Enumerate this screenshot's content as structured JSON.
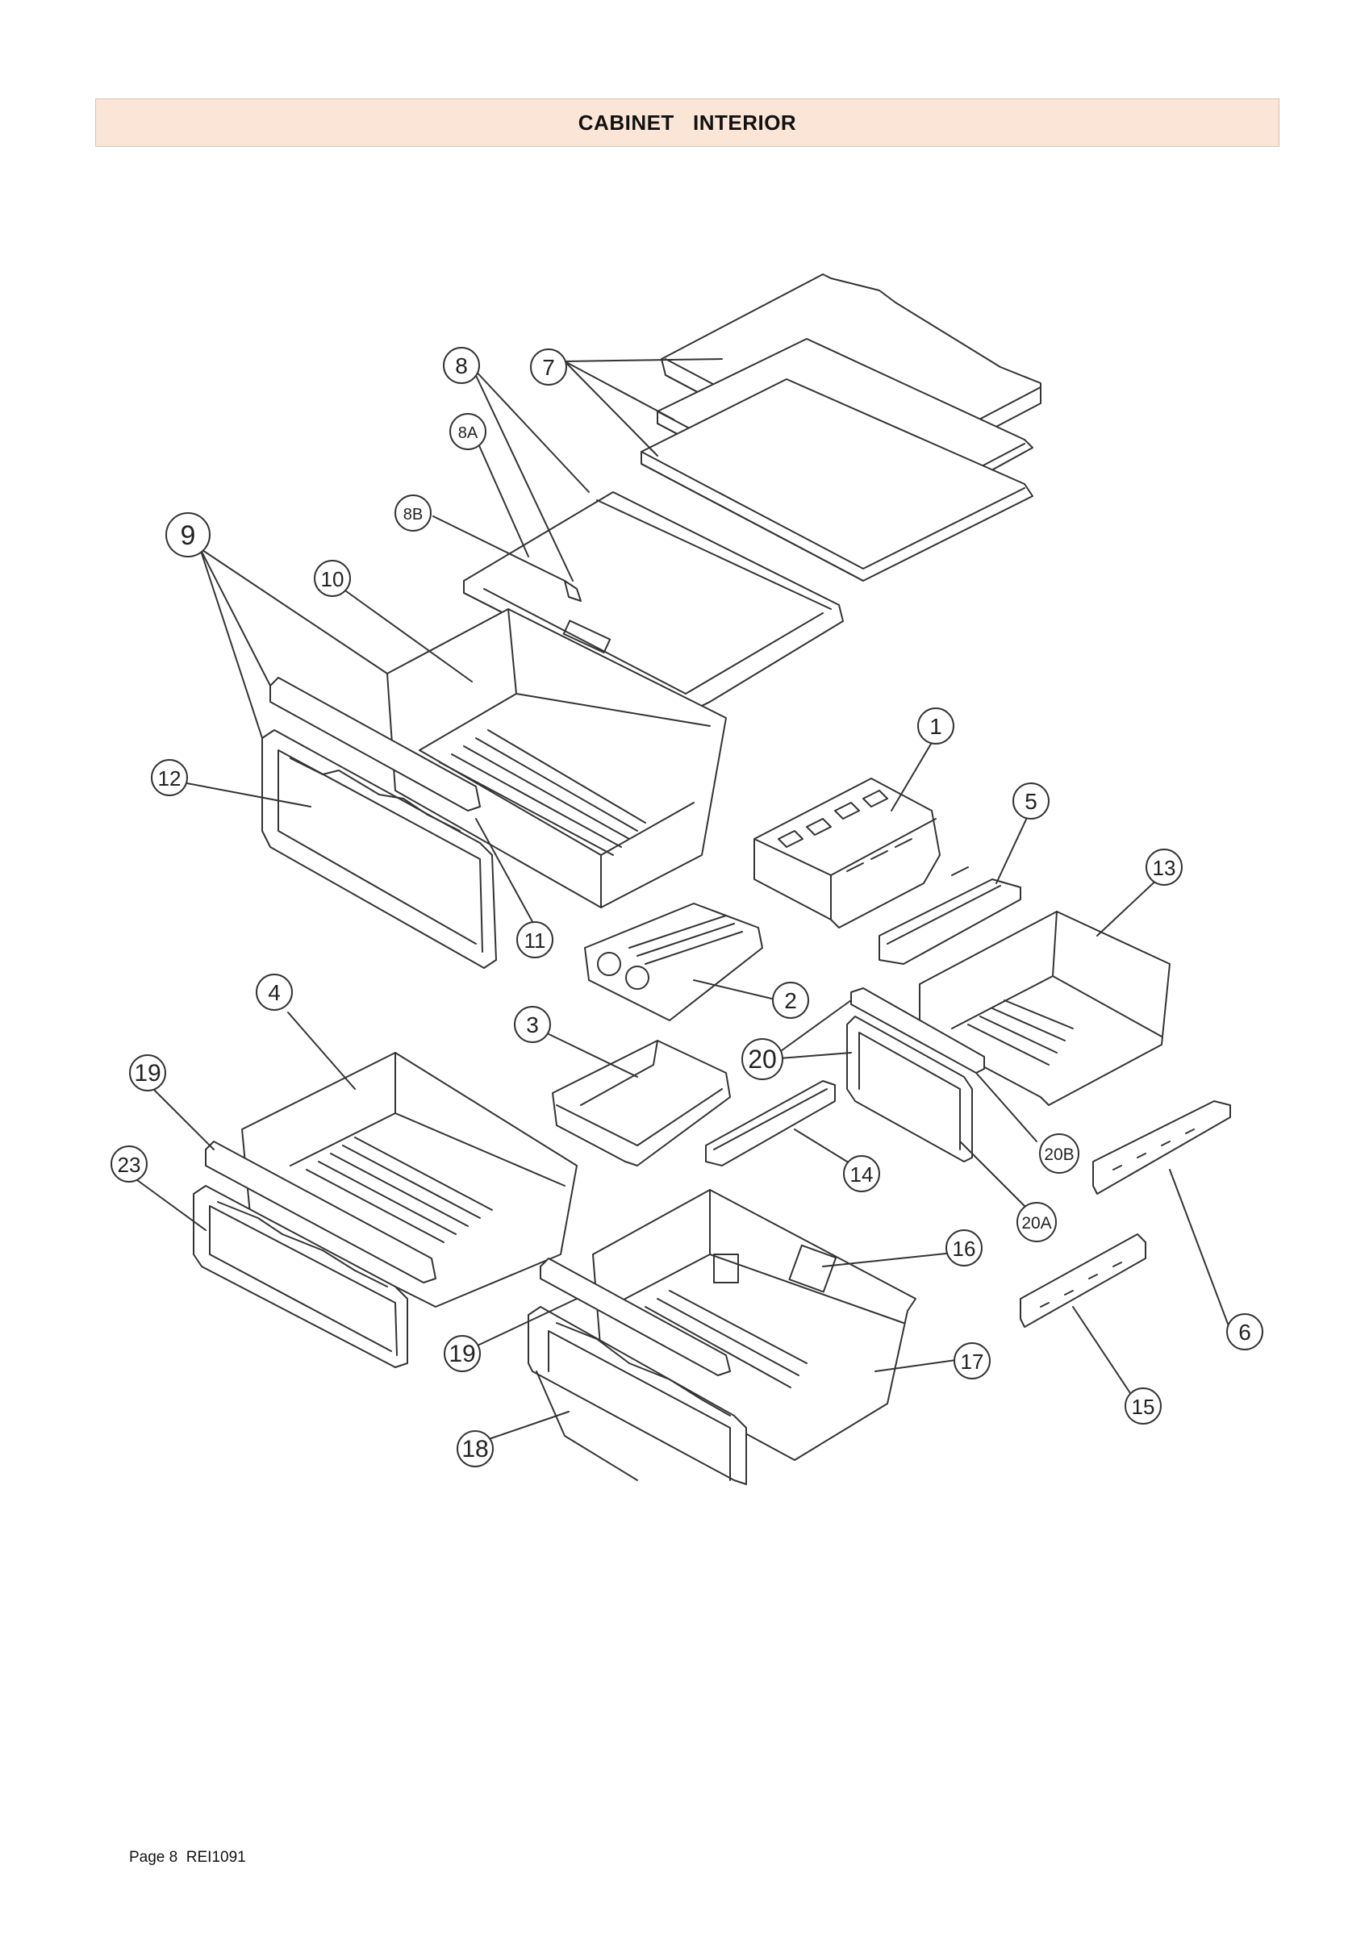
{
  "header": {
    "title": "CABINET   INTERIOR"
  },
  "footer": {
    "page_label": "Page 8  REI1091"
  },
  "callouts": [
    {
      "label": "1"
    },
    {
      "label": "2"
    },
    {
      "label": "3"
    },
    {
      "label": "4"
    },
    {
      "label": "5"
    },
    {
      "label": "6"
    },
    {
      "label": "7"
    },
    {
      "label": "8"
    },
    {
      "label": "8A"
    },
    {
      "label": "8B"
    },
    {
      "label": "9"
    },
    {
      "label": "10"
    },
    {
      "label": "11"
    },
    {
      "label": "12"
    },
    {
      "label": "13"
    },
    {
      "label": "14"
    },
    {
      "label": "15"
    },
    {
      "label": "16"
    },
    {
      "label": "17"
    },
    {
      "label": "18"
    },
    {
      "label": "19"
    },
    {
      "label": "19"
    },
    {
      "label": "20"
    },
    {
      "label": "20A"
    },
    {
      "label": "20B"
    },
    {
      "label": "23"
    }
  ],
  "colors": {
    "header_bg": "#fbe5d6",
    "line": "#333333"
  }
}
